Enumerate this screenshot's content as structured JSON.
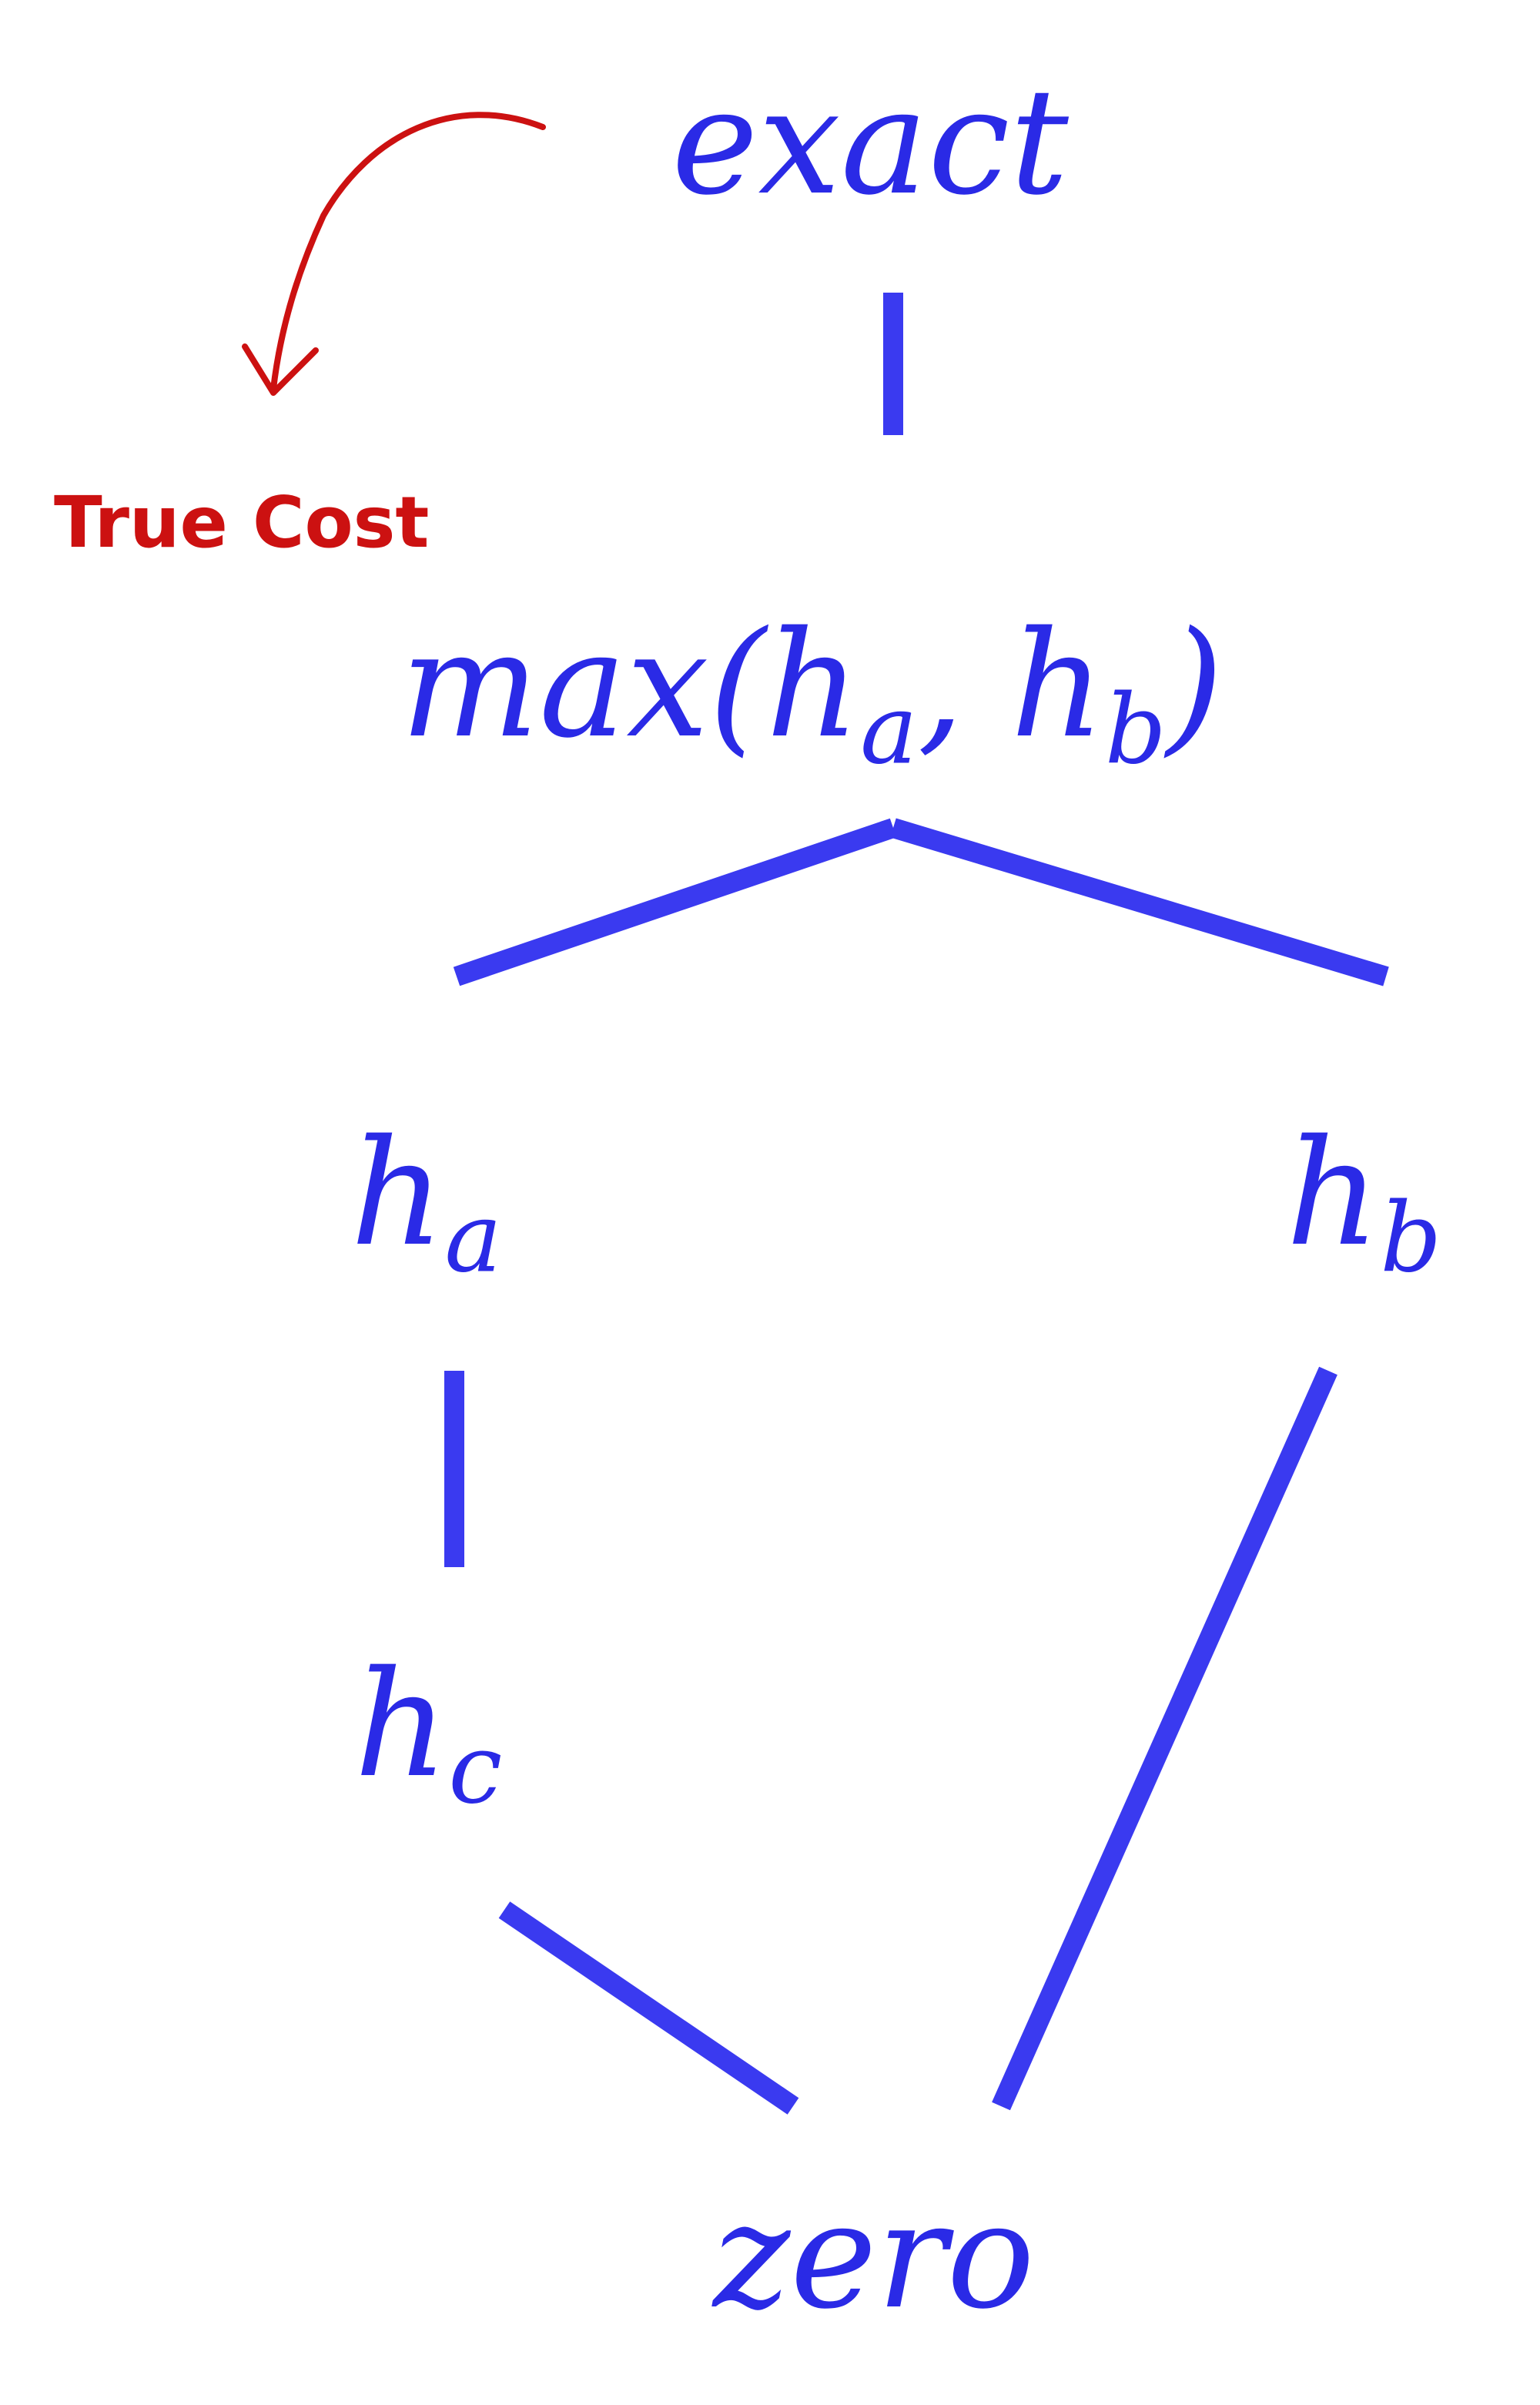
{
  "nodes": {
    "exact": {
      "text": "exact"
    },
    "max": {
      "text": "max(",
      "sub_a": "a",
      "sep": ", ",
      "h2": "h",
      "sub_b": "b",
      "close": ")",
      "h1": "h"
    },
    "ha": {
      "base": "h",
      "sub": "a"
    },
    "hb": {
      "base": "h",
      "sub": "b"
    },
    "hc": {
      "base": "h",
      "sub": "c"
    },
    "zero": {
      "text": "zero"
    }
  },
  "annotation": {
    "text": "True Cost"
  },
  "colors": {
    "diagram": "#2a2ae6",
    "annotation": "#cc1111"
  }
}
